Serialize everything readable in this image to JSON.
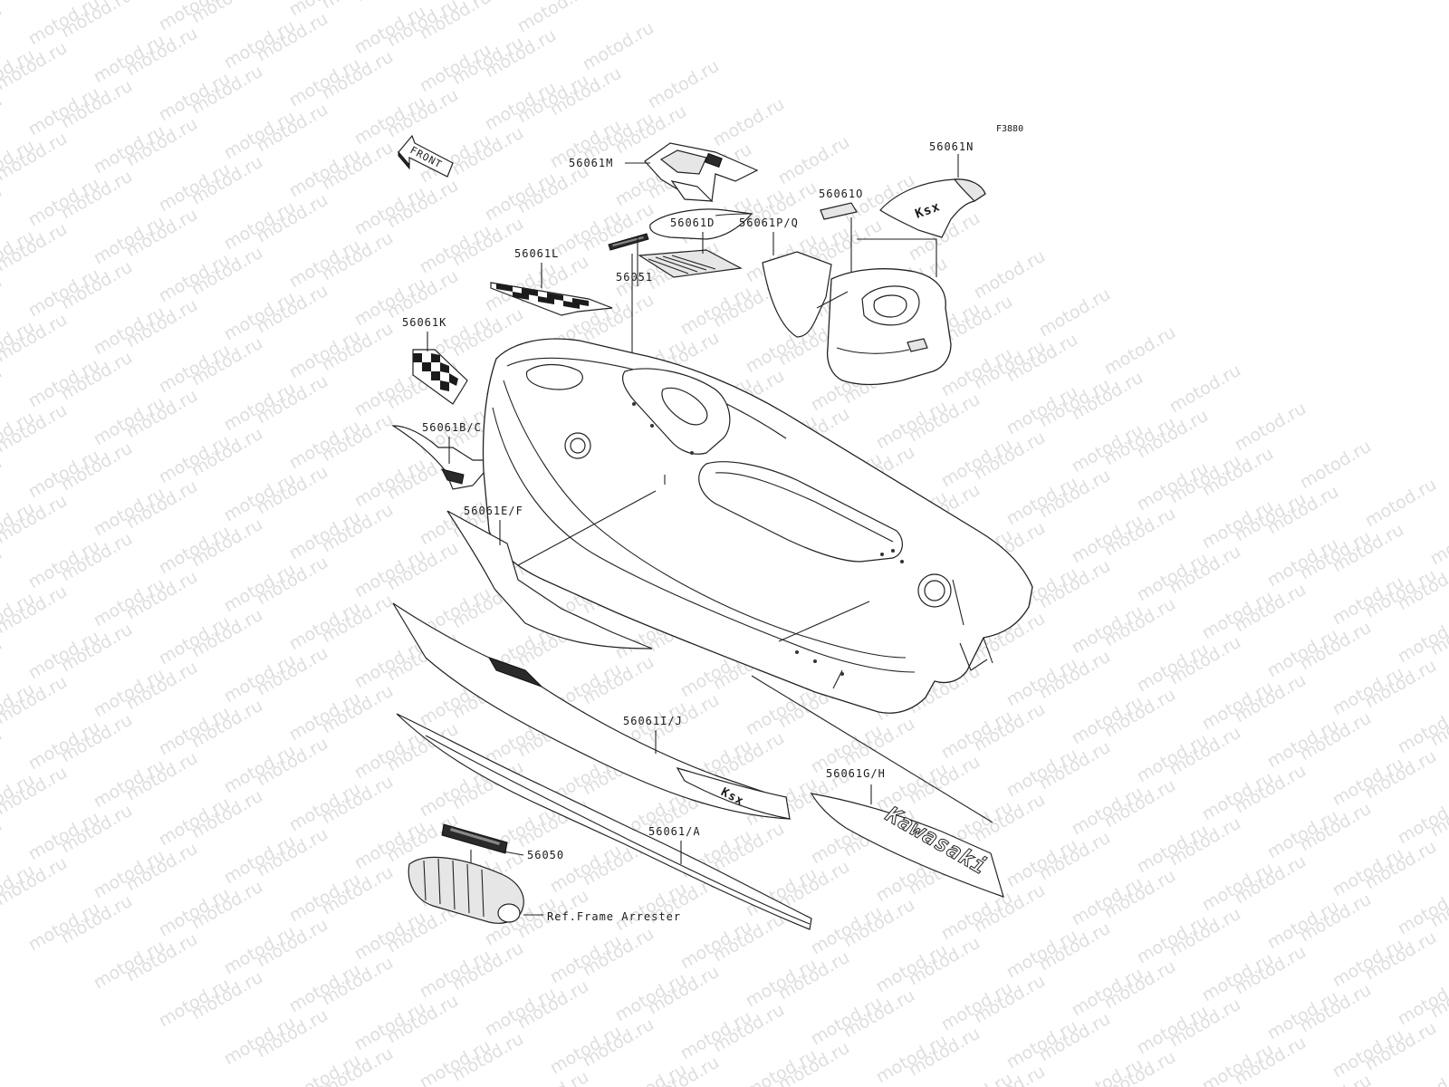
{
  "figure_code": "F3880",
  "front_arrow_text": "FRONT",
  "watermark_text": "motod.ru",
  "labels": {
    "l_56061M": "56061M",
    "l_56061N": "56061N",
    "l_56061O": "56061O",
    "l_56061L": "56061L",
    "l_56051": "56051",
    "l_56061D": "56061D",
    "l_56061PQ": "56061P/Q",
    "l_56061K": "56061K",
    "l_56061BC": "56061B/C",
    "l_56061EF": "56061E/F",
    "l_56061IJ": "56061I/J",
    "l_56061GH": "56061G/H",
    "l_56061A": "56061/A",
    "l_56050": "56050",
    "l_ref": "Ref.Frame Arrester"
  },
  "decal_brand_text": "Kawasaki"
}
